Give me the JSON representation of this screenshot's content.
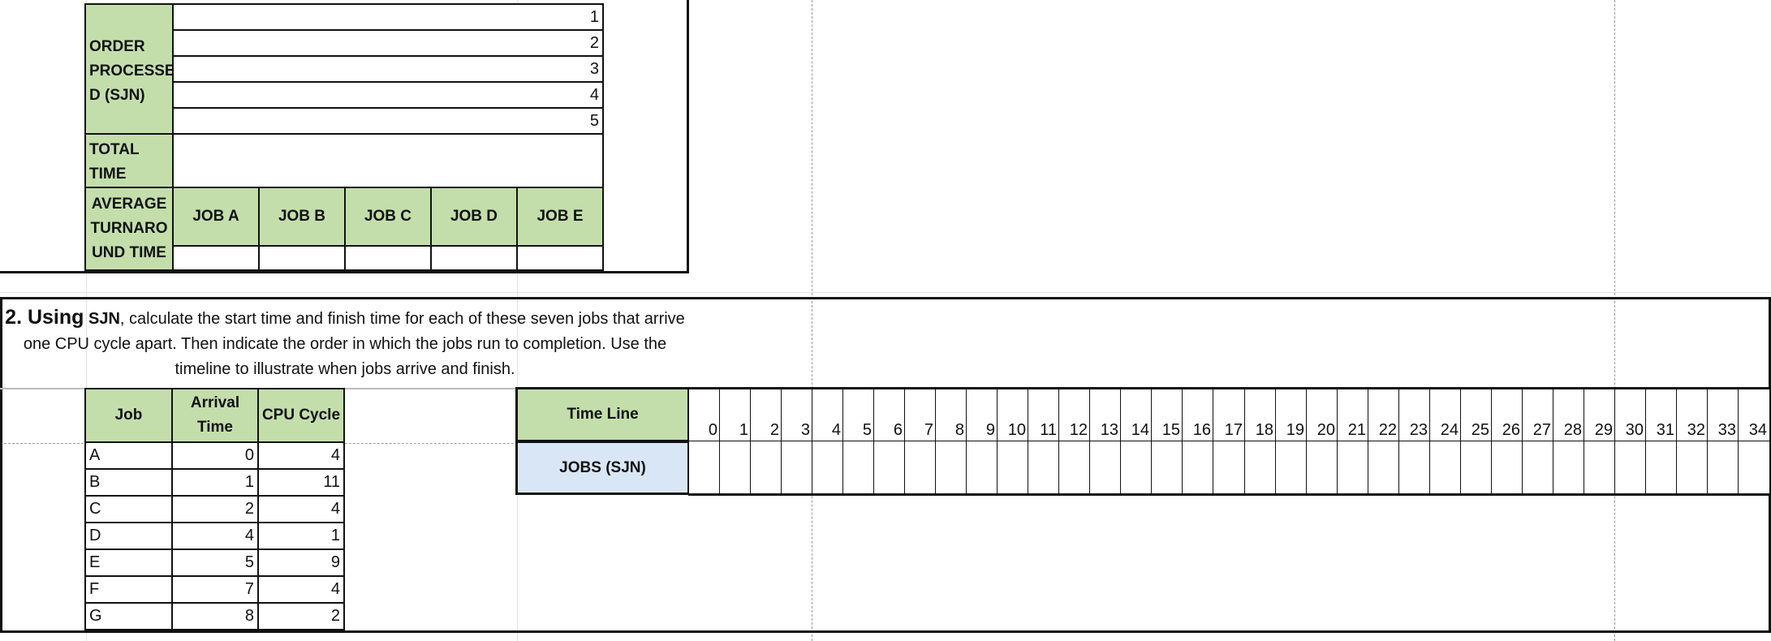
{
  "top_table": {
    "order_label": "ORDER PROCESSE D (SJN)",
    "order_rows": [
      "1",
      "2",
      "3",
      "4",
      "5"
    ],
    "total_time_label": "TOTAL TIME",
    "avg_label": "AVERAGE TURNARO UND TIME",
    "job_headers": [
      "JOB A",
      "JOB B",
      "JOB C",
      "JOB D",
      "JOB E"
    ]
  },
  "question": {
    "number": "2. Using",
    "method": "SJN",
    "line1_rest": ", calculate the start time and finish time for each of these seven jobs that arrive",
    "line2": "one CPU cycle apart. Then indicate the order in which the jobs run to completion. Use the",
    "line3": "timeline to illustrate when jobs arrive and finish."
  },
  "jobs_table": {
    "headers": [
      "Job",
      "Arrival Time",
      "CPU Cycle"
    ],
    "rows": [
      {
        "job": "A",
        "arrival": "0",
        "cpu": "4"
      },
      {
        "job": "B",
        "arrival": "1",
        "cpu": "11"
      },
      {
        "job": "C",
        "arrival": "2",
        "cpu": "4"
      },
      {
        "job": "D",
        "arrival": "4",
        "cpu": "1"
      },
      {
        "job": "E",
        "arrival": "5",
        "cpu": "9"
      },
      {
        "job": "F",
        "arrival": "7",
        "cpu": "4"
      },
      {
        "job": "G",
        "arrival": "8",
        "cpu": "2"
      }
    ]
  },
  "timeline": {
    "header_label": "Time Line",
    "row_label": "JOBS (SJN)",
    "ticks": [
      "0",
      "1",
      "2",
      "3",
      "4",
      "5",
      "6",
      "7",
      "8",
      "9",
      "10",
      "11",
      "12",
      "13",
      "14",
      "15",
      "16",
      "17",
      "18",
      "19",
      "20",
      "21",
      "22",
      "23",
      "24",
      "25",
      "26",
      "27",
      "28",
      "29",
      "30",
      "31",
      "32",
      "33",
      "34"
    ]
  },
  "colors": {
    "header_green": "#c3deab",
    "header_blue": "#d9e6f5",
    "border": "#111111"
  }
}
